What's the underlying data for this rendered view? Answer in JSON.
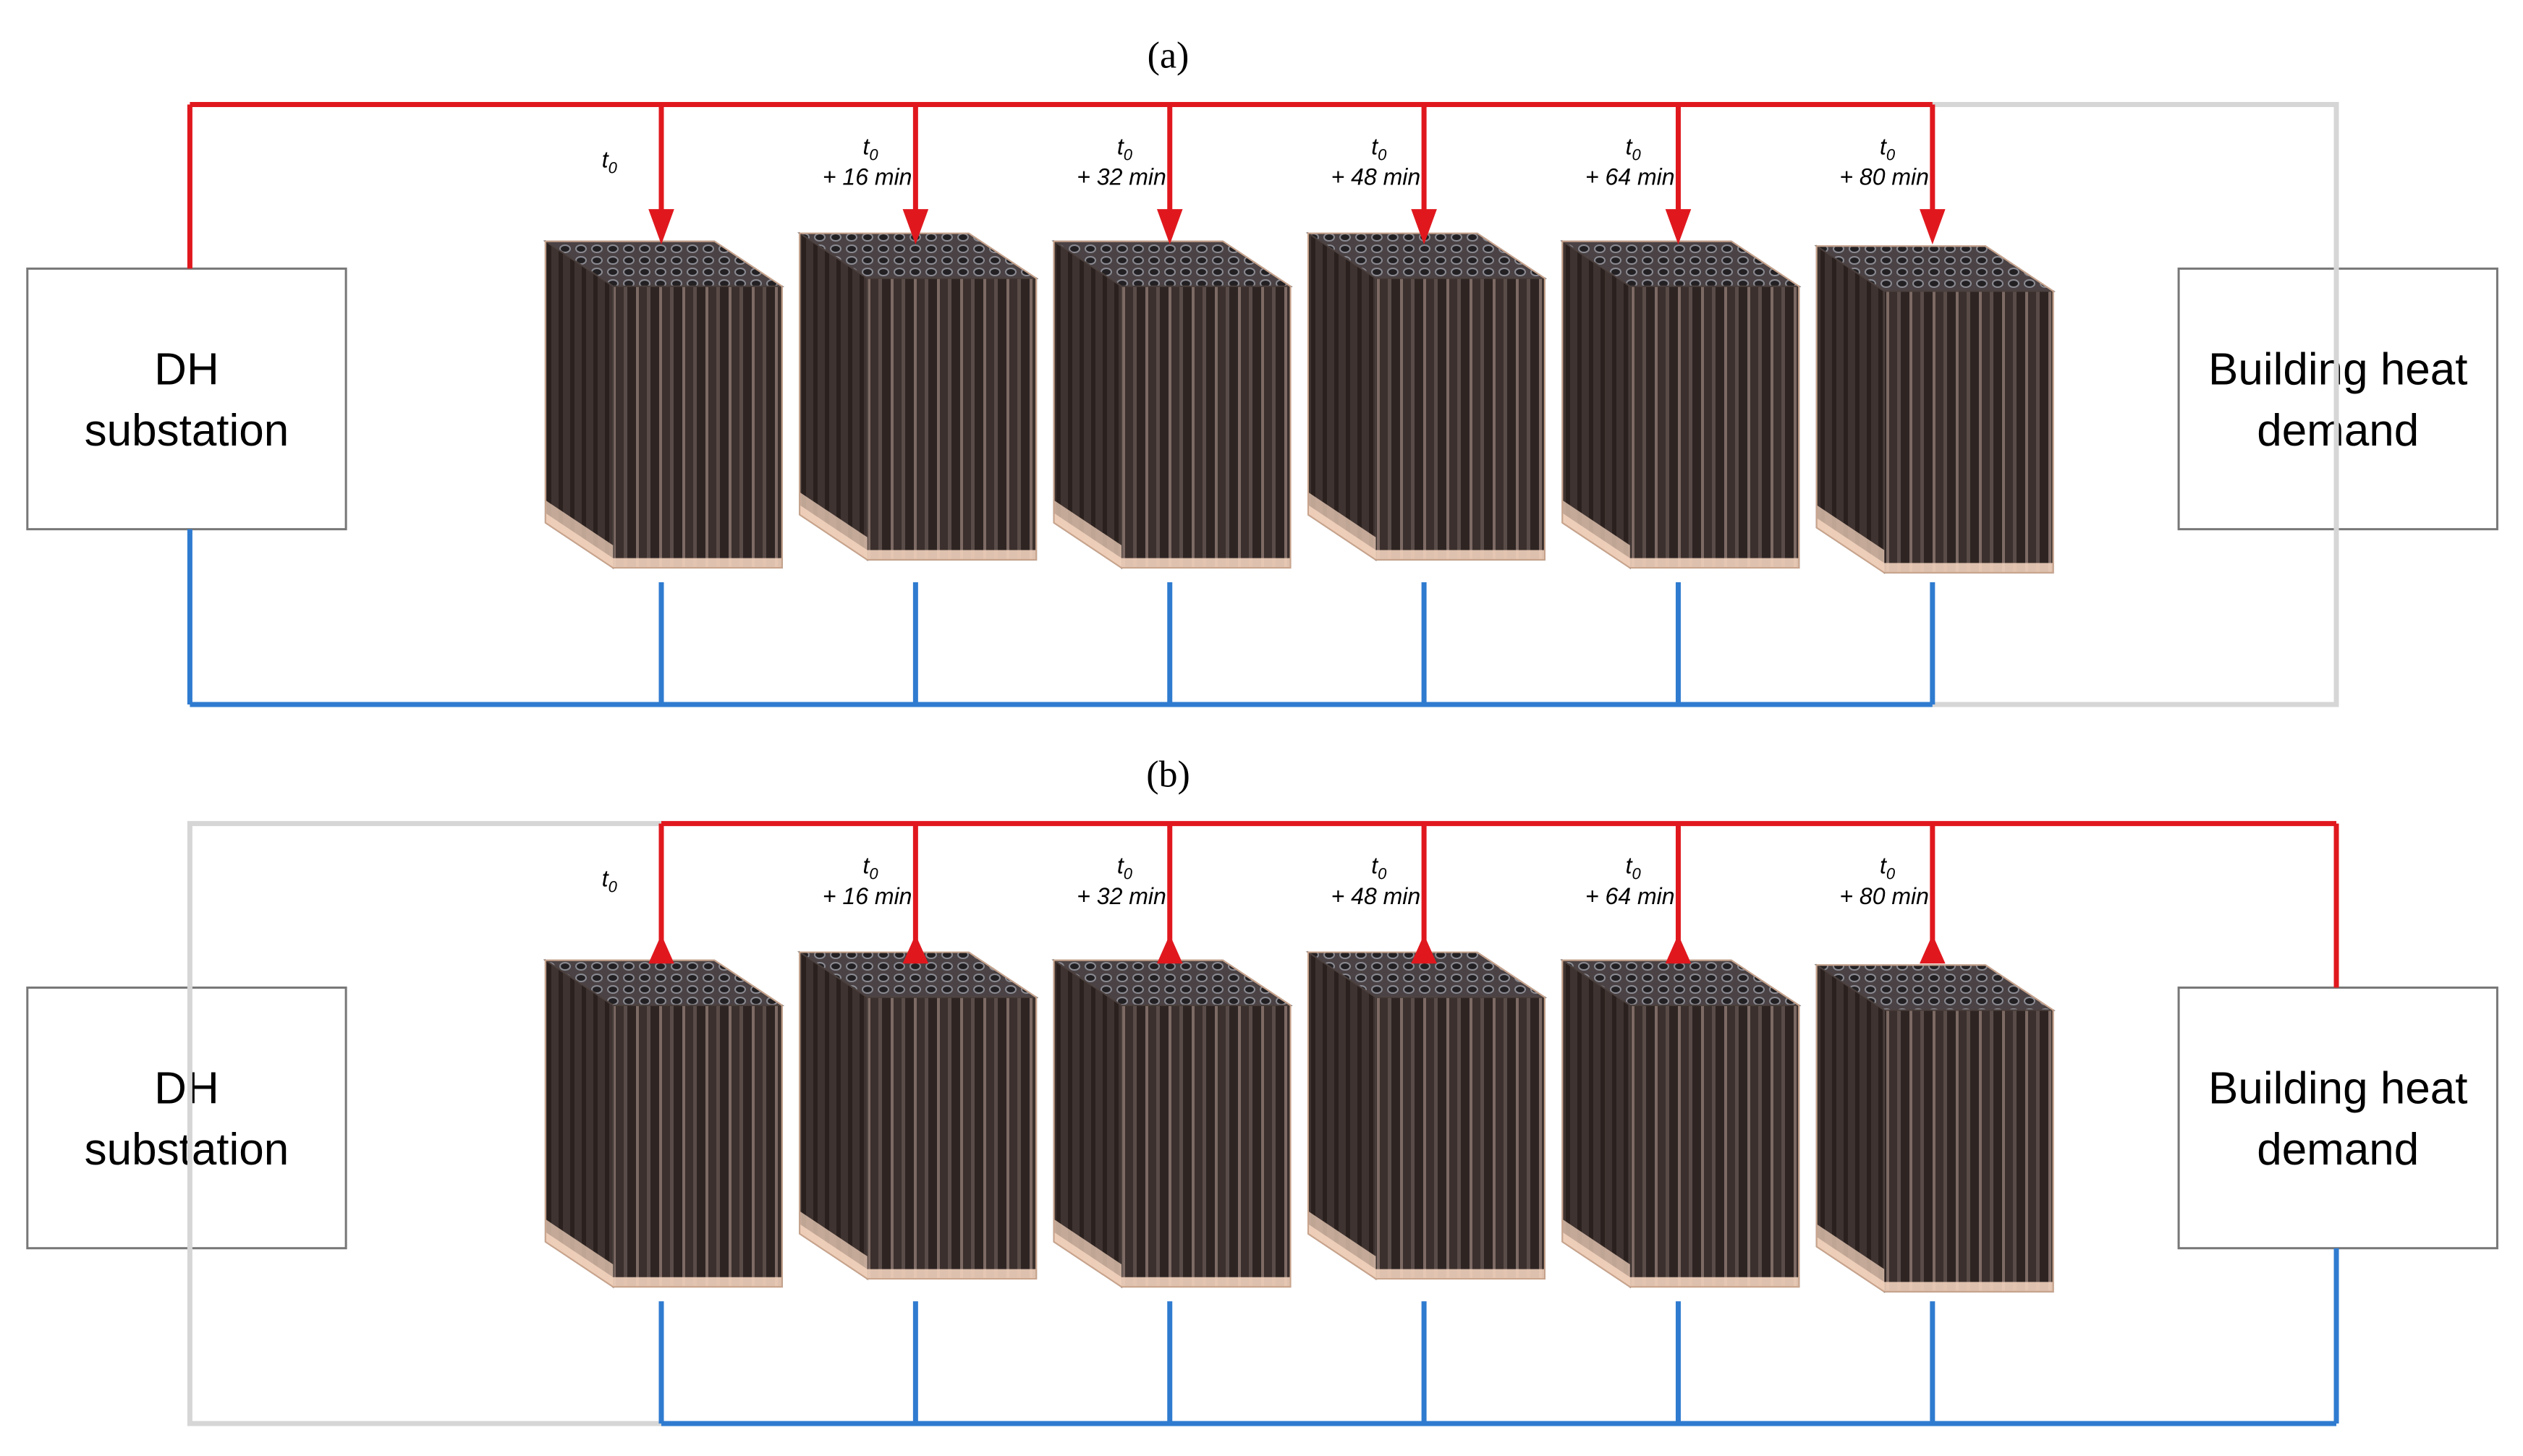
{
  "colors": {
    "supply": "#e0181e",
    "return": "#2f7bd0",
    "inactive": "#d6d6d6",
    "box_border": "#777777",
    "tank_wall": "#4a3f3c",
    "tank_tube": "#3a302e",
    "tank_base": "#f1d2bc"
  },
  "panels": [
    {
      "label": "(a)",
      "left_box": {
        "line1": "DH",
        "line2": "substation"
      },
      "right_box": {
        "line1": "Building heat",
        "line2": "demand"
      },
      "flow": "charging",
      "tanks": [
        {
          "t": "t",
          "sub": "0",
          "offset": ""
        },
        {
          "t": "t",
          "sub": "0",
          "offset": "+ 16 min"
        },
        {
          "t": "t",
          "sub": "0",
          "offset": "+ 32 min"
        },
        {
          "t": "t",
          "sub": "0",
          "offset": "+ 48 min"
        },
        {
          "t": "t",
          "sub": "0",
          "offset": "+ 64 min"
        },
        {
          "t": "t",
          "sub": "0",
          "offset": "+ 80 min"
        }
      ]
    },
    {
      "label": "(b)",
      "left_box": {
        "line1": "DH",
        "line2": "substation"
      },
      "right_box": {
        "line1": "Building heat",
        "line2": "demand"
      },
      "flow": "discharging",
      "tanks": [
        {
          "t": "t",
          "sub": "0",
          "offset": ""
        },
        {
          "t": "t",
          "sub": "0",
          "offset": "+ 16 min"
        },
        {
          "t": "t",
          "sub": "0",
          "offset": "+ 32 min"
        },
        {
          "t": "t",
          "sub": "0",
          "offset": "+ 48 min"
        },
        {
          "t": "t",
          "sub": "0",
          "offset": "+ 64 min"
        },
        {
          "t": "t",
          "sub": "0",
          "offset": "+ 80 min"
        }
      ]
    }
  ]
}
